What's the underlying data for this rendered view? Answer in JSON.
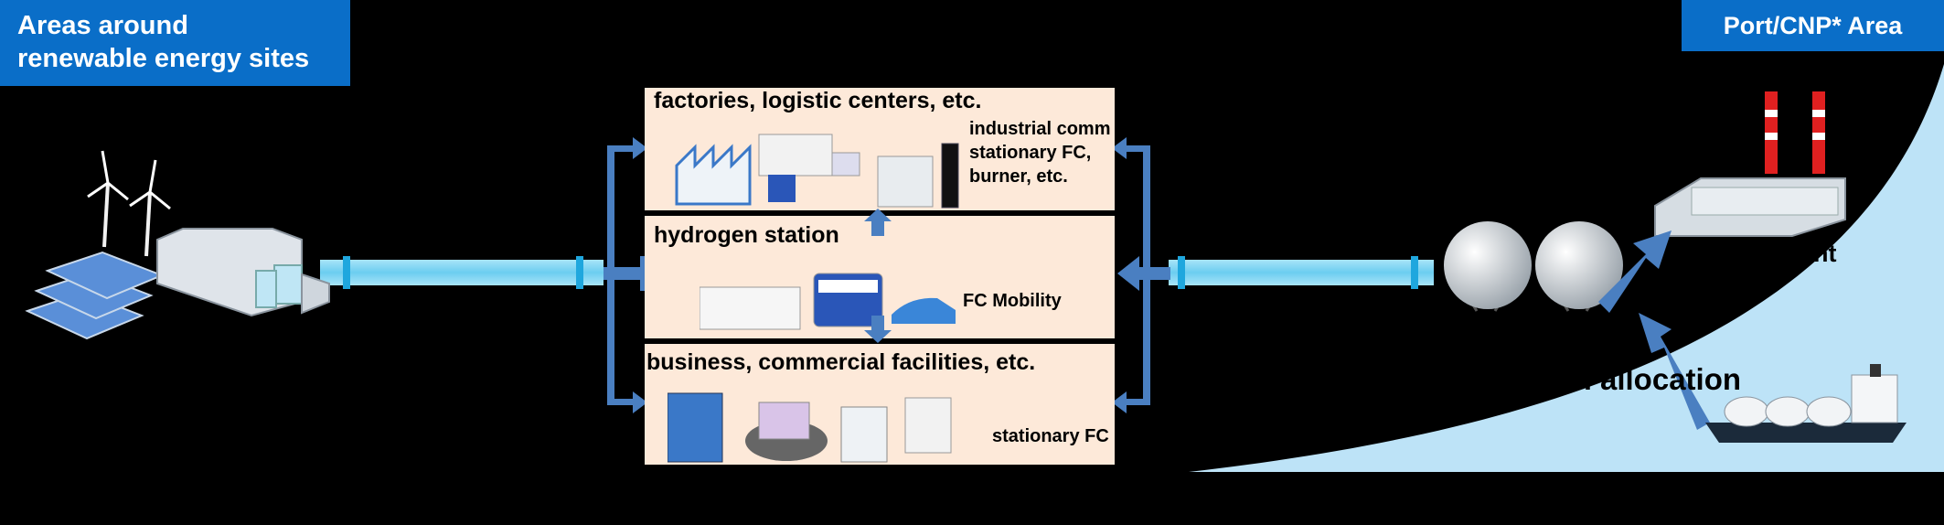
{
  "badges": {
    "left": [
      "Areas around",
      "renewable energy sites"
    ],
    "right": "Port/CNP* Area"
  },
  "panels": {
    "factories": {
      "title": "factories, logistic centers, etc.",
      "side": [
        "industrial comm",
        "stationary FC,",
        "burner, etc."
      ]
    },
    "station": {
      "title": "hydrogen station",
      "side": "FC Mobility"
    },
    "business": {
      "title": "business, commercial facilities, etc.",
      "side": "stationary FC"
    }
  },
  "port": {
    "plant_label": "plant",
    "allocation_label": "ogen allocation"
  },
  "colors": {
    "badge": "#0a6ec8",
    "panel": "#fde9d9",
    "pipe": "#7dd3f0",
    "arrow": "#4a7fc1",
    "port_area": "#bde3f7"
  }
}
